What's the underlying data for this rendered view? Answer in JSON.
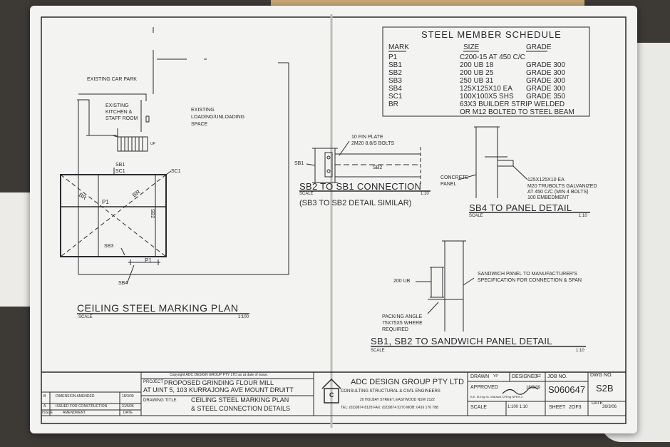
{
  "schedule": {
    "title": "STEEL MEMBER SCHEDULE",
    "headers": {
      "mark": "MARK",
      "size": "SIZE",
      "grade": "GRADE"
    },
    "rows": [
      {
        "mark": "P1",
        "size": "C200-15 AT 450 C/C",
        "grade": ""
      },
      {
        "mark": "SB1",
        "size": "200 UB 18",
        "grade": "GRADE 300"
      },
      {
        "mark": "SB2",
        "size": "200 UB 25",
        "grade": "GRADE 300"
      },
      {
        "mark": "SB3",
        "size": "250 UB 31",
        "grade": "GRADE 300"
      },
      {
        "mark": "SB4",
        "size": "125X125X10 EA",
        "grade": "GRADE 300"
      },
      {
        "mark": "SC1",
        "size": "100X100X5 SHS",
        "grade": "GRADE 350"
      },
      {
        "mark": "BR",
        "size": "63X3 BUILDER STRIP WELDED",
        "grade": ""
      }
    ],
    "br_line2": "OR M12 BOLTED TO STEEL BEAM"
  },
  "plan": {
    "car_park": "EXISTING CAR PARK",
    "kitchen": [
      "EXISTING",
      "KITCHEN &",
      "STAFF ROOM"
    ],
    "loading": [
      "EXISTING",
      "LOADING/UNLOADING",
      "SPACE"
    ],
    "up": "UP",
    "labels": {
      "sb1": "SB1",
      "sc1a": "SC1",
      "sc1b": "SC1",
      "br1": "BR",
      "br2": "BR",
      "p1a": "P1",
      "sb2": "SB2",
      "sb3": "SB3",
      "p1b": "P1",
      "sb4": "SB4"
    },
    "title": "CEILING STEEL MARKING PLAN",
    "scale_label": "SCALE",
    "scale_value": "1:100"
  },
  "conn": {
    "fin_plate": "10 FIN PLATE",
    "bolts": "2M20 8.8/S BOLTS",
    "sb1": "SB1",
    "sb2": "SB2",
    "title": "SB2 TO SB1 CONNECTION",
    "scale_label": "SCALE",
    "scale_value": "1:10",
    "note": "(SB3 TO SB2 DETAIL SIMILAR)"
  },
  "panel": {
    "concrete": [
      "CONCRETE",
      "PANEL"
    ],
    "notes": [
      "125X125X10 EA",
      "M20 TRUBOLTS GALVANIZED",
      "AT 450 C/C (MIN 4 BOLTS)",
      "100 EMBEDMENT"
    ],
    "title": "SB4 TO PANEL DETAIL",
    "scale_label": "SCALE",
    "scale_value": "1:10"
  },
  "sandwich": {
    "ub": "200 UB",
    "note1": "SANDWICH PANEL TO MANUFACTURER'S",
    "note2": "SPECIFICATION FOR CONNECTION & SPAN",
    "packing": [
      "PACKING ANGLE",
      "75X75X5 WHERE",
      "REQUIRED"
    ],
    "title": "SB1, SB2 TO SANDWICH PANEL DETAIL",
    "scale_label": "SCALE",
    "scale_value": "1:10"
  },
  "titleblock": {
    "revisions": [
      {
        "rev": "B",
        "desc": "DIMENSION AMENDED",
        "date": "18/3/09"
      },
      {
        "rev": "A",
        "desc": "ISSUED FOR CONSTRUCTION",
        "date": "31/5/06"
      }
    ],
    "rev_headers": {
      "issue": "ISSUE",
      "amend": "AMENDMENT",
      "date": "DATE"
    },
    "copyright": "Copyright ADC DESIGN GROUP PTY LTD as at date of issue.",
    "project_label": "PROJECT",
    "project_line1": "PROPOSED GRINDING FLOUR MILL",
    "project_line2": "AT UINT 5, 103 KURRAJONG AVE MOUNT DRUITT",
    "drawing_title_label": "DRAWING TITLE",
    "drawing_title1": "CEILING STEEL MARKING PLAN",
    "drawing_title2": "& STEEL CONNECTION DETAILS",
    "company": "ADC DESIGN GROUP PTY LTD",
    "company_sub": "CONSULTING STRUCTURAL & CIVIL ENGINEERS",
    "address": "20 HOLBAY STREET, EASTWOOD NSW 2122",
    "phone": "TEL: (02)9874 8128  FAX: (02)9874 5270  MOB: 0416 176 788",
    "logo_letter": "C",
    "drawn_label": "DRAWN",
    "drawn_val": "YP",
    "designed_label": "DESIGNED",
    "designed_val": "GZ",
    "job_label": "JOB NO.",
    "job_val": "S060647",
    "dwg_label": "DWG NO.",
    "dwg_val": "S2B",
    "approved_label": "APPROVED",
    "approver": "B.E. M.Eng.Sc. MIEAust CPEng NPER-3",
    "sign_date": "18/3/09",
    "date_label": "DATE",
    "date_val": "26/3/06",
    "scale_label": "SCALE",
    "scale_val": "1:100  1:10",
    "sheet_label": "SHEET",
    "sheet_val": "2OF3"
  }
}
